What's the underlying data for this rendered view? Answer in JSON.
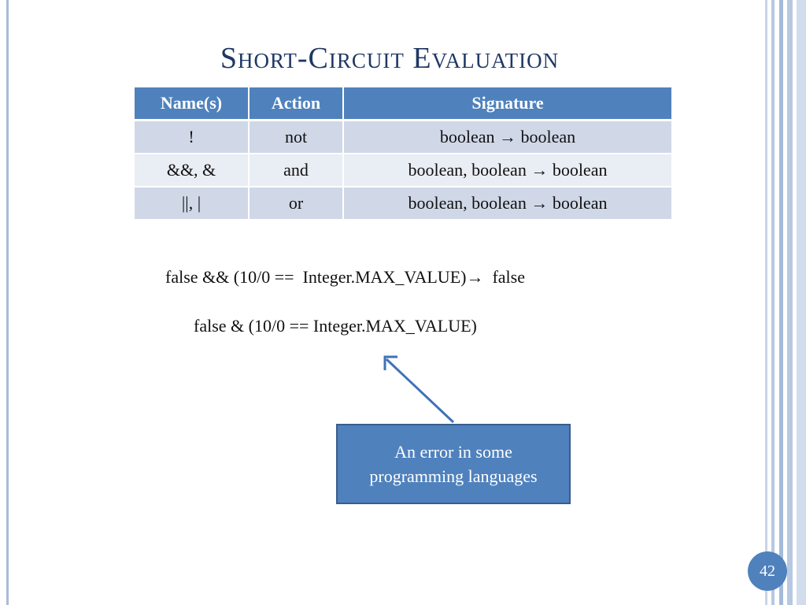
{
  "slide": {
    "title": "Short-Circuit Evaluation",
    "page_number": "42"
  },
  "table": {
    "headers": [
      "Name(s)",
      "Action",
      "Signature"
    ],
    "rows": [
      [
        "!",
        "not",
        "boolean →  boolean"
      ],
      [
        "&&, &",
        "and",
        "boolean, boolean →  boolean"
      ],
      [
        "||, |",
        "or",
        "boolean, boolean →  boolean"
      ]
    ]
  },
  "expressions": {
    "line1": "false && (10/0 ==  Integer.MAX_VALUE)→  false",
    "line2": "false & (10/0 == Integer.MAX_VALUE)"
  },
  "callout": {
    "text": "An error in some programming languages"
  },
  "colors": {
    "title": "#1f3864",
    "accent": "#4f81bd",
    "row_odd": "#d0d8e8",
    "row_even": "#e9edf4"
  }
}
